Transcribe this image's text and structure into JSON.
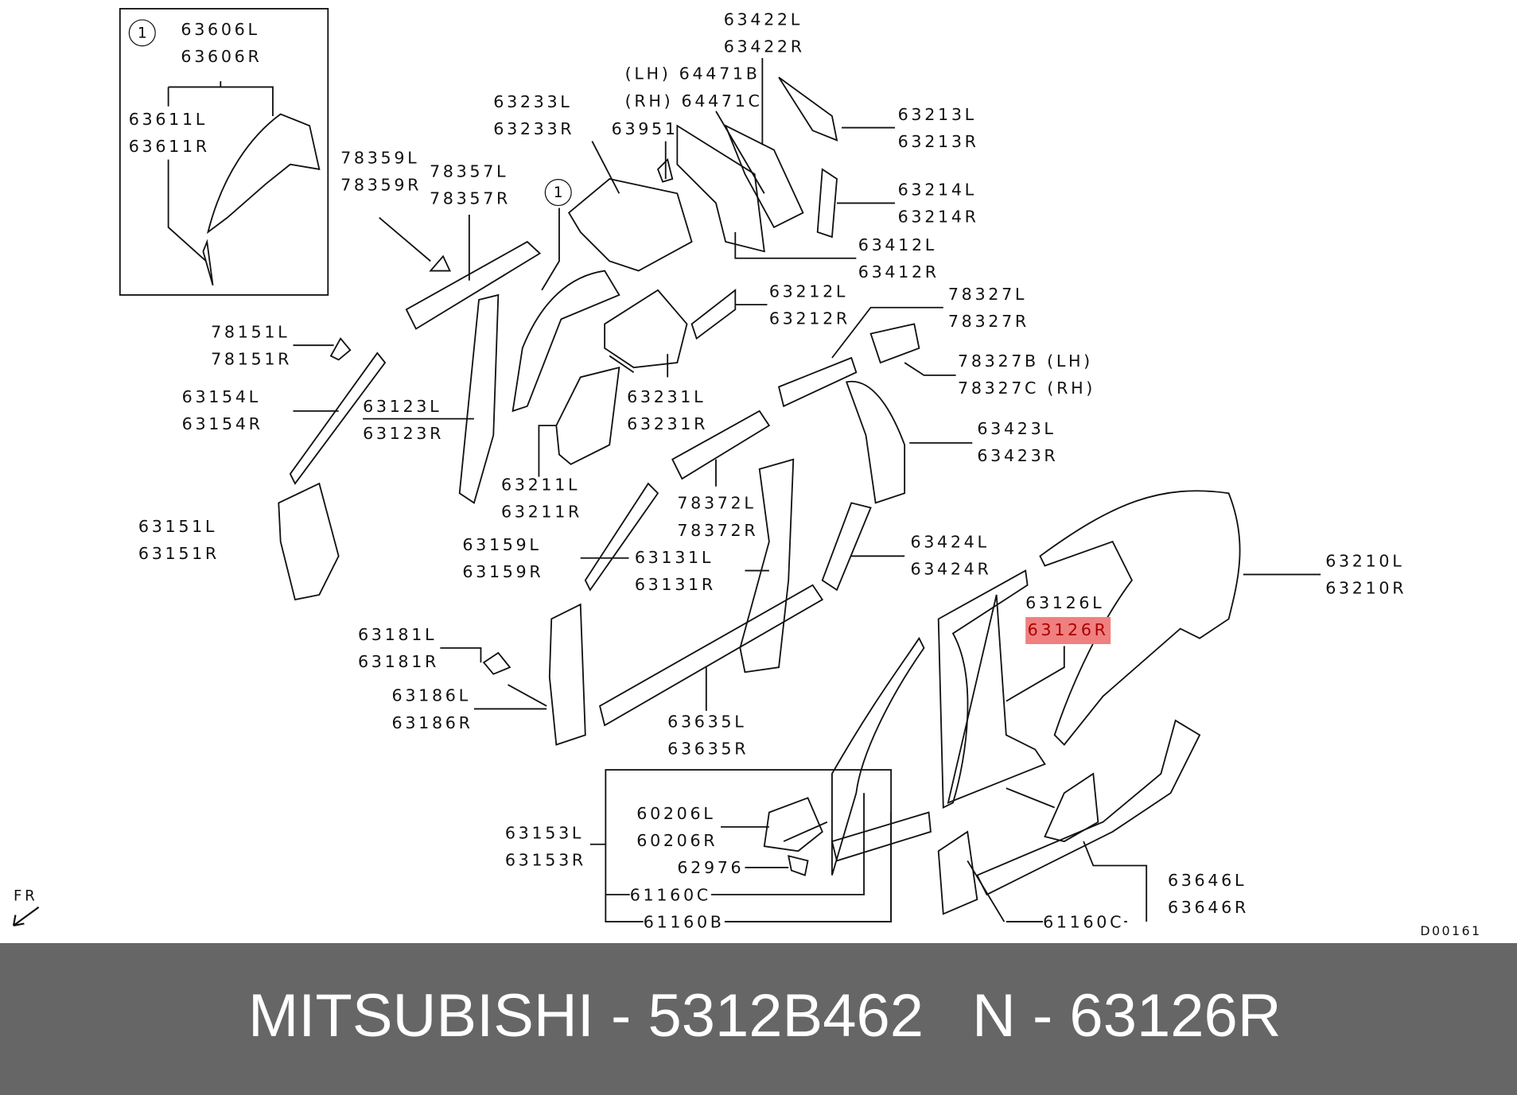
{
  "callout_marker": "1",
  "labels": {
    "p63606": [
      "63606L",
      "63606R"
    ],
    "p63611": [
      "63611L",
      "63611R"
    ],
    "p63422": [
      "63422L",
      "63422R"
    ],
    "p64471": [
      "(LH) 64471B",
      "(RH) 64471C"
    ],
    "p63233": [
      "63233L",
      "63233R"
    ],
    "p63951": [
      "63951"
    ],
    "p63213": [
      "63213L",
      "63213R"
    ],
    "p78359": [
      "78359L",
      "78359R"
    ],
    "p78357": [
      "78357L",
      "78357R"
    ],
    "p63214": [
      "63214L",
      "63214R"
    ],
    "p63412": [
      "63412L",
      "63412R"
    ],
    "p63212": [
      "63212L",
      "63212R"
    ],
    "p78327": [
      "78327L",
      "78327R"
    ],
    "p78151": [
      "78151L",
      "78151R"
    ],
    "p78327bc": [
      "78327B (LH)",
      "78327C (RH)"
    ],
    "p63154": [
      "63154L",
      "63154R"
    ],
    "p63123": [
      "63123L",
      "63123R"
    ],
    "p63231": [
      "63231L",
      "63231R"
    ],
    "p63423": [
      "63423L",
      "63423R"
    ],
    "p63211": [
      "63211L",
      "63211R"
    ],
    "p78372": [
      "78372L",
      "78372R"
    ],
    "p63151": [
      "63151L",
      "63151R"
    ],
    "p63159": [
      "63159L",
      "63159R"
    ],
    "p63424": [
      "63424L",
      "63424R"
    ],
    "p63131": [
      "63131L",
      "63131R"
    ],
    "p63126": [
      "63126L",
      "63126R"
    ],
    "p63210": [
      "63210L",
      "63210R"
    ],
    "p63181": [
      "63181L",
      "63181R"
    ],
    "p63186": [
      "63186L",
      "63186R"
    ],
    "p63635": [
      "63635L",
      "63635R"
    ],
    "p63153": [
      "63153L",
      "63153R"
    ],
    "p60206": [
      "60206L",
      "60206R"
    ],
    "p62976": [
      "62976"
    ],
    "p61160c_a": [
      "61160C"
    ],
    "p61160b": [
      "61160B"
    ],
    "p63646": [
      "63646L",
      "63646R"
    ],
    "p61160c_b": [
      "61160C"
    ]
  },
  "highlighted_part": "63126R",
  "direction_marker": "FR",
  "diagram_code": "D00161",
  "footer": {
    "brand_part": "MITSUBISHI - 5312B462",
    "ref": "N - 63126R"
  }
}
